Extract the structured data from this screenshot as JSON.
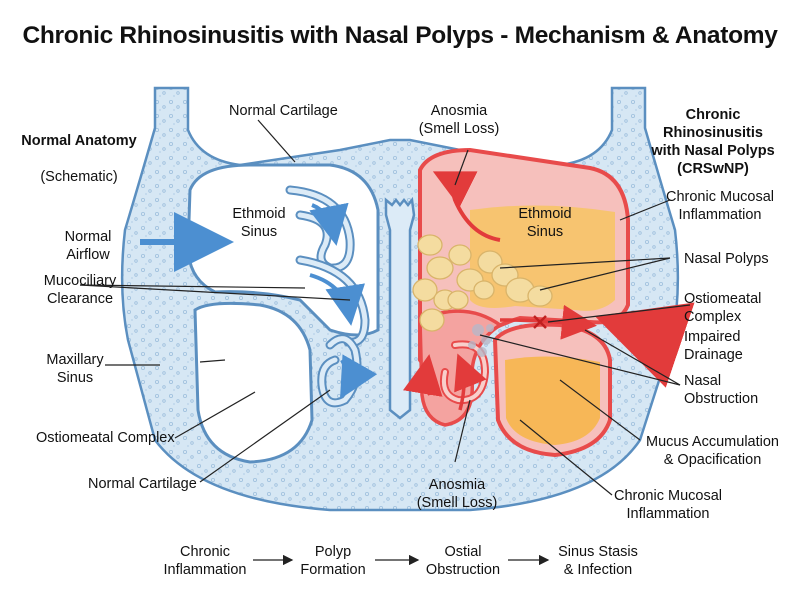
{
  "title": "Chronic Rhinosinusitis with Nasal Polyps - Mechanism & Anatomy",
  "left_panel": {
    "heading": "Normal Anatomy",
    "subheading": "(Schematic)",
    "labels": {
      "cartilage_top": "Normal Cartilage",
      "ethmoid": "Ethmoid\nSinus",
      "airflow": "Normal\nAirflow",
      "mucociliary": "Mucociliary\nClearance",
      "maxillary": "Maxillary\nSinus",
      "ostiomeatal": "Ostiomeatal Complex",
      "cartilage_bottom": "Normal Cartilage"
    }
  },
  "right_panel": {
    "heading": "Chronic Rhinosinusitis\nwith Nasal Polyps\n(CRSwNP)",
    "labels": {
      "anosmia_top": "Anosmia\n(Smell Loss)",
      "ethmoid": "Ethmoid\nSinus",
      "mucosal_top": "Chronic Mucosal\nInflammation",
      "polyps": "Nasal Polyps",
      "ostiomeatal": "Ostiomeatal\nComplex",
      "drainage": "Impaired\nDrainage",
      "obstruction": "Nasal\nObstruction",
      "mucus": "Mucus Accumulation\n& Opacification",
      "mucosal_bottom": "Chronic Mucosal\nInflammation",
      "anosmia_bottom": "Anosmia\n(Smell Loss)"
    }
  },
  "flow": [
    {
      "label": "Chronic\nInflammation"
    },
    {
      "label": "Polyp\nFormation"
    },
    {
      "label": "Ostial\nObstruction"
    },
    {
      "label": "Sinus Stasis\n& Infection"
    }
  ],
  "colors": {
    "bone": "#cfe3f2",
    "bone_stroke": "#5b8fc0",
    "airway": "#7fb0dd",
    "inflamed": "#e84b4b",
    "inflamed_fill": "#f6c0bc",
    "mucus": "#f7c46b",
    "polyp": "#f4dca0"
  }
}
